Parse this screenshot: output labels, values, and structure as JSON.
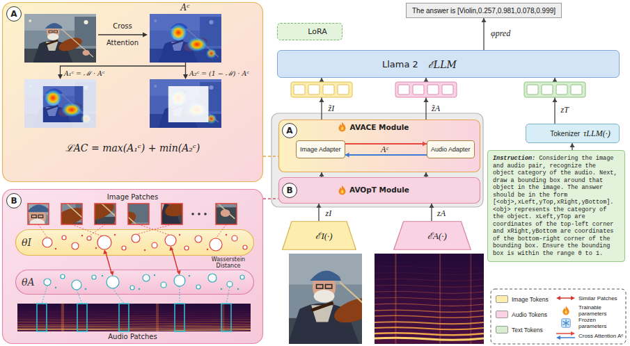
{
  "diagram": {
    "nodes": [
      {
        "text": [
          "ℒAC = max(A₁ᶜ) + min(A₂ᶜ)"
        ]
      },
      {
        "text": [
          "A"
        ],
        "in": 0
      },
      {
        "text": [
          "Image Patches",
          "Audio Patches"
        ]
      },
      {
        "text": [
          "B"
        ],
        "in": 2
      },
      {
        "text": [
          "θI"
        ],
        "in": 2
      },
      {
        "text": [
          "θA"
        ],
        "in": 2
      },
      {
        "text": [
          "LoRA"
        ]
      },
      {
        "text": [
          "The answer is [Violin,0.257,0.981,0.078,0.999]"
        ]
      },
      {
        "text": [
          "Llama 2",
          "ℰLLM"
        ]
      },
      {
        "text": [
          "AVACE Module"
        ]
      },
      {
        "text": [
          "A"
        ],
        "in": 9
      },
      {
        "text": [
          "Image Adapter"
        ],
        "in": 9
      },
      {
        "text": [
          "Audio Adapter"
        ],
        "in": 9
      },
      {
        "text": [
          "AVOpT Module"
        ]
      },
      {
        "text": [
          "B"
        ],
        "in": 13
      },
      {
        "text": [
          "Tokenizer",
          "τLLM(·)"
        ]
      },
      {
        "text": [
          "ℰI(·)"
        ]
      },
      {
        "text": [
          "ℰA(·)"
        ]
      },
      {
        "text": [
          "Instruction:",
          "Considering the image and audio pair, recognize the object category of the audio. Next, draw a bounding box around that object in the image. The answer should be in the form [<obj>,xLeft,yTop,xRight,yBottom]. <obj> represents the category of the object. xLeft,yTop are coordinates of the top-left corner and xRight,yBottom are coordinates of the bottom-right corner of the bounding box. Ensure the bounding box is within the range 0 to 1."
        ]
      }
    ],
    "edges": [
      {
        "from": 0,
        "to": 9,
        "arrow": "none"
      },
      {
        "from": 2,
        "to": 13,
        "arrow": "none"
      },
      {
        "from": 11,
        "to": 12,
        "arrow": "to",
        "label": "Aᶜ"
      },
      {
        "from": 12,
        "to": 11,
        "arrow": "to"
      },
      {
        "from": 13,
        "to": 9,
        "arrow": "to"
      },
      {
        "from": 13,
        "to": 9,
        "arrow": "to"
      },
      {
        "from": 16,
        "to": 13,
        "arrow": "to",
        "label": "zI"
      },
      {
        "from": 17,
        "to": 13,
        "arrow": "to",
        "label": "zA"
      },
      {
        "from": 9,
        "to": 8,
        "arrow": "to",
        "label": "z̃I"
      },
      {
        "from": 9,
        "to": 8,
        "arrow": "to",
        "label": "z̃A"
      },
      {
        "from": 15,
        "to": 8,
        "arrow": "to",
        "label": "zT"
      },
      {
        "from": 18,
        "to": 15,
        "arrow": "to"
      },
      {
        "from": 8,
        "to": 7,
        "arrow": "to",
        "label": "φpred"
      }
    ],
    "labels": [
      "Cross Attention",
      "Aᶜ",
      "A₁ᶜ = ℳ · Aᶜ",
      "A₂ᶜ = (1 − ℳ) · Aᶜ",
      "Wasserstein Distance"
    ],
    "legend": [
      {
        "text": "Image Tokens",
        "color": "#fdeeb0"
      },
      {
        "text": "Audio Tokens",
        "color": "#f9d2e3"
      },
      {
        "text": "Text Tokens",
        "color": "#d9eed0"
      },
      {
        "text": "Similar Patches"
      },
      {
        "text": "Trainable parameters"
      },
      {
        "text": "Frozen parameters"
      },
      {
        "text": "Cross Attention Aᶜ"
      }
    ]
  }
}
